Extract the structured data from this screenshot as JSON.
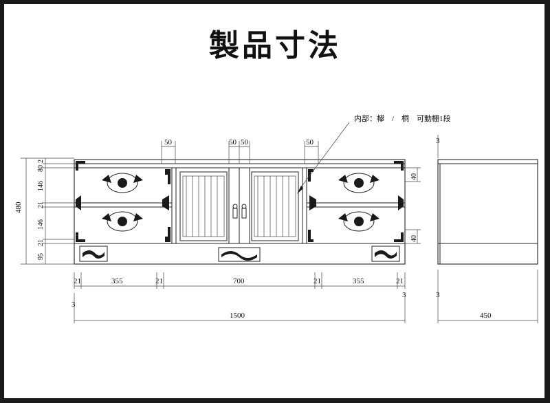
{
  "title": "製品寸法",
  "note": "内部：欅　/　桐　可動棚1段",
  "dims": {
    "top_left": "50",
    "top_mid_l": "50",
    "top_mid_r": "50",
    "top_right": "50",
    "overall_h": "480",
    "left_stack": [
      "2",
      "80",
      "146",
      "21",
      "146",
      "21",
      "95"
    ],
    "right_40_a": "40",
    "right_40_b": "40",
    "bottom_a": [
      "21",
      "355",
      "21",
      "700",
      "21",
      "355",
      "21"
    ],
    "three_l": "3",
    "three_r": "3",
    "width_total": "1500",
    "side_top_3": "3",
    "side_bottom_3": "3",
    "depth": "450"
  }
}
